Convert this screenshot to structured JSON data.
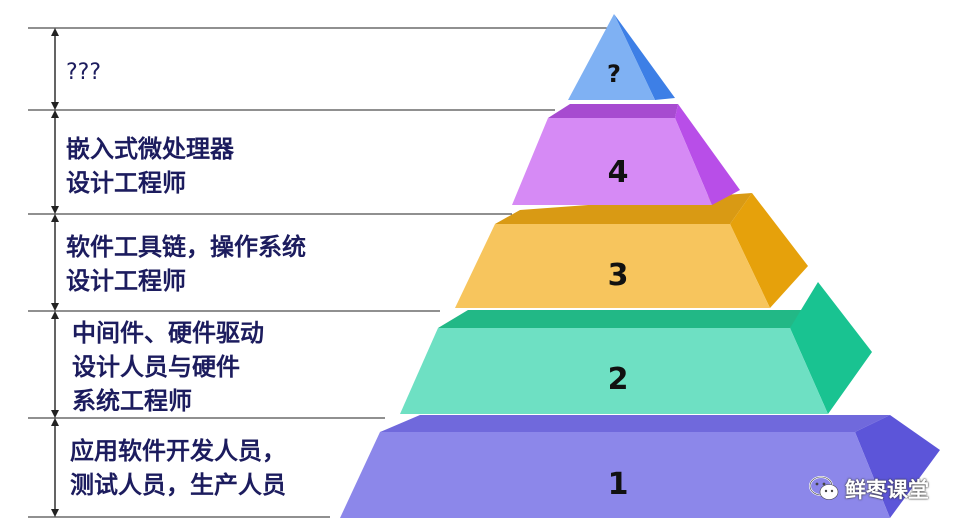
{
  "levels": [
    {
      "number": "1",
      "lines": [
        "应用软件开发人员，",
        "测试人员，生产人员"
      ],
      "front": "#8c87ea",
      "side": "#5c55d9",
      "top": "#7069dc"
    },
    {
      "number": "2",
      "lines": [
        "中间件、硬件驱动",
        "设计人员与硬件",
        "系统工程师"
      ],
      "front": "#6ee0c3",
      "side": "#19c391",
      "top": "#22b886"
    },
    {
      "number": "3",
      "lines": [
        "软件工具链，操作系统",
        "设计工程师"
      ],
      "front": "#f7c55d",
      "side": "#e6a10b",
      "top": "#d99a14"
    },
    {
      "number": "4",
      "lines": [
        "嵌入式微处理器",
        "设计工程师"
      ],
      "front": "#d68af5",
      "side": "#b84ee8",
      "top": "#a74bd0"
    },
    {
      "number": "?",
      "lines": [
        "???"
      ],
      "front": "#7fb1f3",
      "side": "#3d7fe6",
      "top": "#5a96ec"
    }
  ],
  "watermark": {
    "text": "鲜枣课堂",
    "icon": "wechat-icon"
  },
  "colors": {
    "label_text": "#1c1c5e",
    "arrow_line": "#222222"
  }
}
